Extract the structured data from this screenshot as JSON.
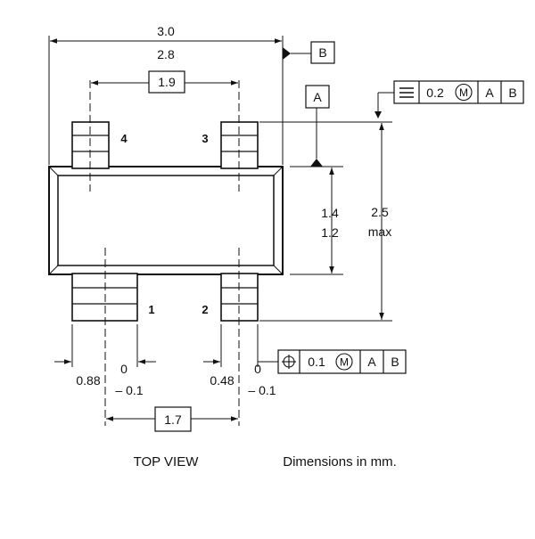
{
  "dimensions": {
    "overall_width_max": "3.0",
    "overall_width_min": "2.8",
    "lead_pitch_outer": "1.9",
    "body_width_max": "1.4",
    "body_width_min": "1.2",
    "overall_height_value": "2.5",
    "overall_height_suffix": "max",
    "lead_pitch_inner": "1.7",
    "pin1_width": "0.88",
    "pin1_tol_upper": "0",
    "pin1_tol_lower": "– 0.1",
    "pin2_width": "0.48",
    "pin2_tol_upper": "0",
    "pin2_tol_lower": "– 0.1"
  },
  "datums": {
    "a": "A",
    "b": "B"
  },
  "feature_control_frames": {
    "parallelism": {
      "symbol": "parallelism-icon",
      "value": "0.2",
      "modifier": "M",
      "datum1": "A",
      "datum2": "B"
    },
    "position": {
      "symbol": "position-icon",
      "value": "0.1",
      "modifier": "M",
      "datum1": "A",
      "datum2": "B"
    }
  },
  "pins": {
    "p1": "1",
    "p2": "2",
    "p3": "3",
    "p4": "4"
  },
  "captions": {
    "view": "TOP VIEW",
    "units": "Dimensions in mm."
  }
}
